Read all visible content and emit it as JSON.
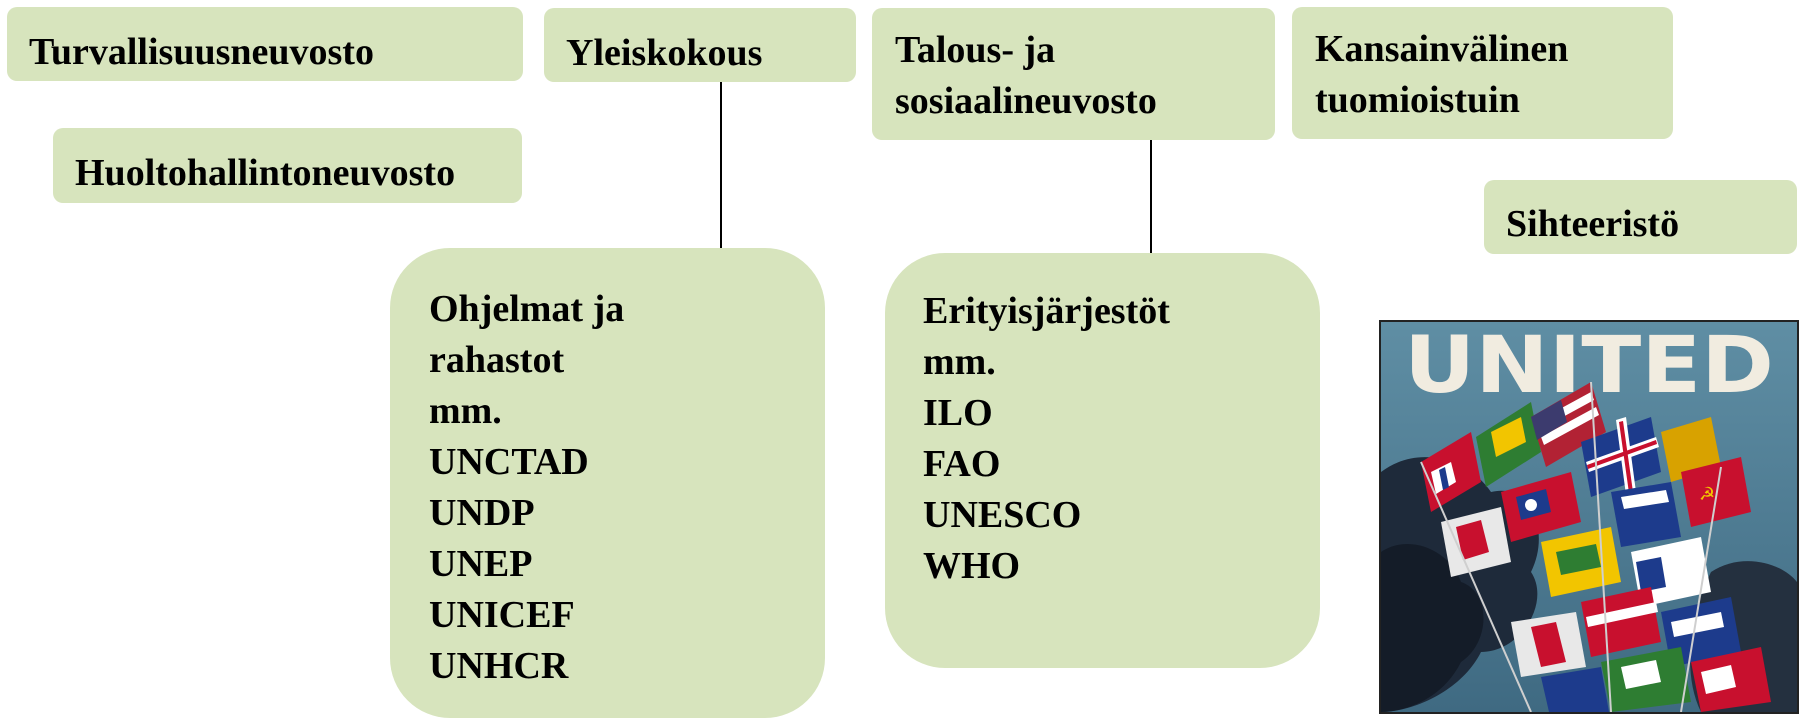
{
  "boxes": {
    "turvallisuusneuvosto": "Turvallisuusneuvosto",
    "yleiskokous": "Yleiskokous",
    "talous": [
      "Talous- ja",
      "sosiaalineuvosto"
    ],
    "kansainvalinen": [
      "Kansainvälinen",
      "tuomioistuin"
    ],
    "huolto": "Huoltohallintoneuvosto",
    "sihteeristo": "Sihteeristö"
  },
  "ohjelmat": {
    "lines": [
      "Ohjelmat ja",
      "rahastot",
      "mm.",
      "UNCTAD",
      "UNDP",
      "UNEP",
      "UNICEF",
      "UNHCR"
    ]
  },
  "erityis": {
    "lines": [
      "Erityisjärjestöt",
      "mm.",
      "ILO",
      "FAO",
      "UNESCO",
      "WHO"
    ]
  },
  "poster": {
    "title": "UNITED"
  },
  "colors": {
    "box_fill": "#d7e4bd",
    "text": "#000000"
  }
}
